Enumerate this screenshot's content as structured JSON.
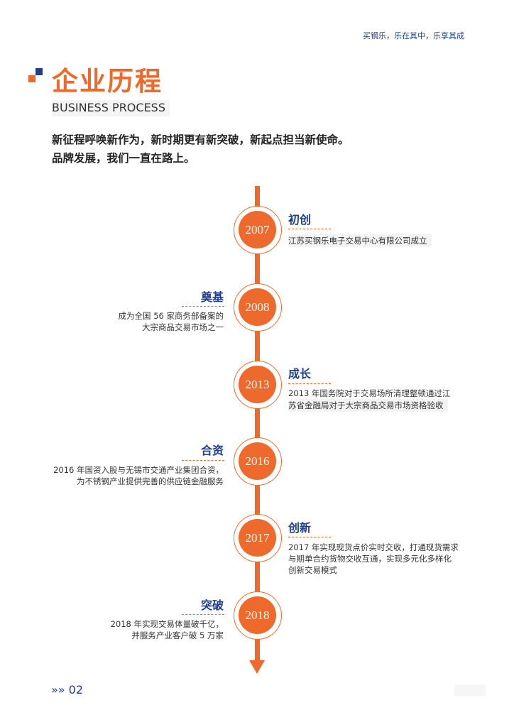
{
  "header": {
    "slogan": "买钢乐，乐在其中，乐享其成"
  },
  "title": "企业历程",
  "subtitle": "BUSINESS PROCESS",
  "intro": [
    "新征程呼唤新作为，新时期更有新突破，新起点担当新使命。",
    "品牌发展，我们一直在路上。"
  ],
  "events": [
    {
      "year": "2007",
      "title": "初创",
      "lines": [
        "江苏买钢乐电子交易中心有限公司成立"
      ]
    },
    {
      "year": "2008",
      "title": "奠基",
      "lines": [
        "成为全国 56 家商务部备案的",
        "大宗商品交易市场之一"
      ]
    },
    {
      "year": "2013",
      "title": "成长",
      "lines": [
        "2013 年国务院对于交易场所清理整顿通过江",
        "苏省金融局对于大宗商品交易市场资格验收"
      ]
    },
    {
      "year": "2016",
      "title": "合资",
      "lines": [
        "2016 年国资入股与无锡市交通产业集团合资，",
        "为不锈钢产业提供完善的供应链金融服务"
      ]
    },
    {
      "year": "2017",
      "title": "创新",
      "lines": [
        "2017 年实现现货点价实时交收，打通现货需求",
        "与期单合约货物交收互通，实现多元化多样化",
        "创新交易模式"
      ]
    },
    {
      "year": "2018",
      "title": "突破",
      "lines": [
        "2018 年实现交易体量破千亿，",
        "并服务产业客户破 5 万家"
      ]
    }
  ],
  "footer": {
    "page": "»» 02"
  },
  "colors": {
    "accent": "#ee6a2c",
    "brand": "#1f3f8a"
  }
}
